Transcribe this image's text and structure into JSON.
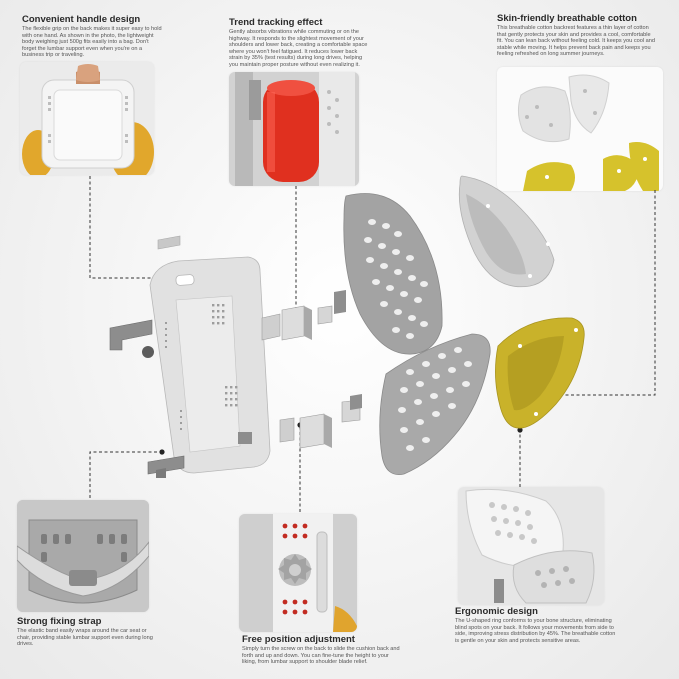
{
  "features": {
    "handle": {
      "title": "Convenient handle design",
      "text": "The flexible grip on the back makes it super easy to hold with one hand. As shown in the photo, the lightweight body weighing just 500g fits easily into a bag. Don't forget the lumbar support even when you're on a business trip or traveling."
    },
    "trend": {
      "title": "Trend tracking effect",
      "text": "Gently absorbs vibrations while commuting or on the highway. It responds to the slightest movement of your shoulders and lower back, creating a comfortable space where you won't feel fatigued. It reduces lower back strain by 35% (test results) during long drives, helping you maintain proper posture without even realizing it."
    },
    "cotton": {
      "title": "Skin-friendly breathable cotton",
      "text": "This breathable cotton backrest features a thin layer of cotton that gently protects your skin and provides a cool, comfortable fit. You can lean back without feeling cold. It keeps you cool and stable while moving. It helps prevent back pain and keeps you feeling refreshed on long summer journeys."
    },
    "strap": {
      "title": "Strong fixing strap",
      "text": "The elastic band easily wraps around the car seat or chair, providing stable lumbar support even during long drives."
    },
    "position": {
      "title": "Free position adjustment",
      "text": "Simply turn the screw on the back to slide the cushion back and forth and up and down. You can fine-tune the height to your liking, from lumbar support to shoulder blade relief."
    },
    "ergonomic": {
      "title": "Ergonomic design",
      "text": "The U-shaped ring conforms to your bone structure, eliminating blind spots on your back. It follows your movements from side to side, improving stress distribution by 45%. The breathable cotton is gentle on your skin and protects sensitive areas."
    }
  },
  "colors": {
    "shell": "#d9d9d9",
    "shell_dark": "#b8b8b8",
    "mesh": "#9a9a9a",
    "cushion": "#c9b22a",
    "roller": "#e0301f",
    "line": "#444444"
  },
  "icons": [
    "handle-icon",
    "screw-knob-icon",
    "mesh-panel-icon"
  ]
}
